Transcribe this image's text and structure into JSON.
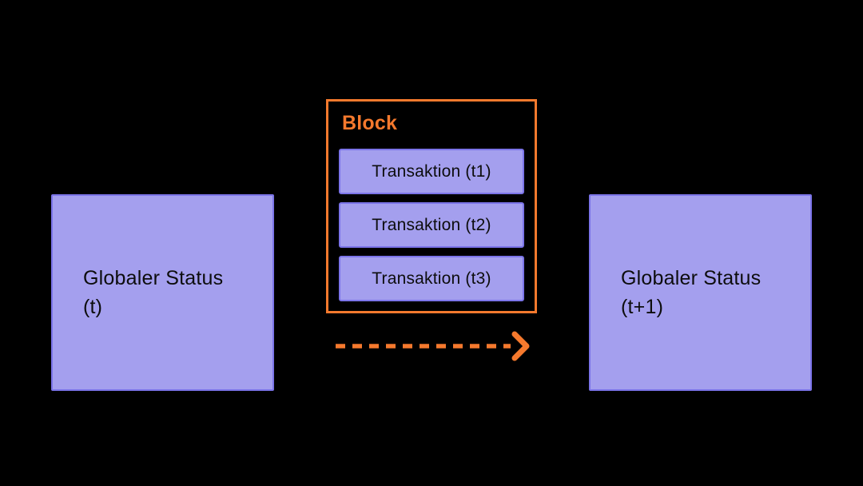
{
  "diagram": {
    "title_hint": "Blockchain state transition diagram",
    "left_box": {
      "lines": [
        "Globaler Status",
        "(t)"
      ]
    },
    "right_box": {
      "lines": [
        "Globaler Status",
        "(t+1)"
      ]
    },
    "block": {
      "title": "Block",
      "transactions": [
        "Transaktion (t1)",
        "Transaktion (t2)",
        "Transaktion (t3)"
      ]
    },
    "arrow": {
      "style": "dashed",
      "direction": "right"
    },
    "colors": {
      "background": "#000000",
      "box_fill": "#a49fee",
      "box_border": "#7b74e8",
      "accent_orange": "#f5792d",
      "text": "#0d0d0d"
    }
  }
}
